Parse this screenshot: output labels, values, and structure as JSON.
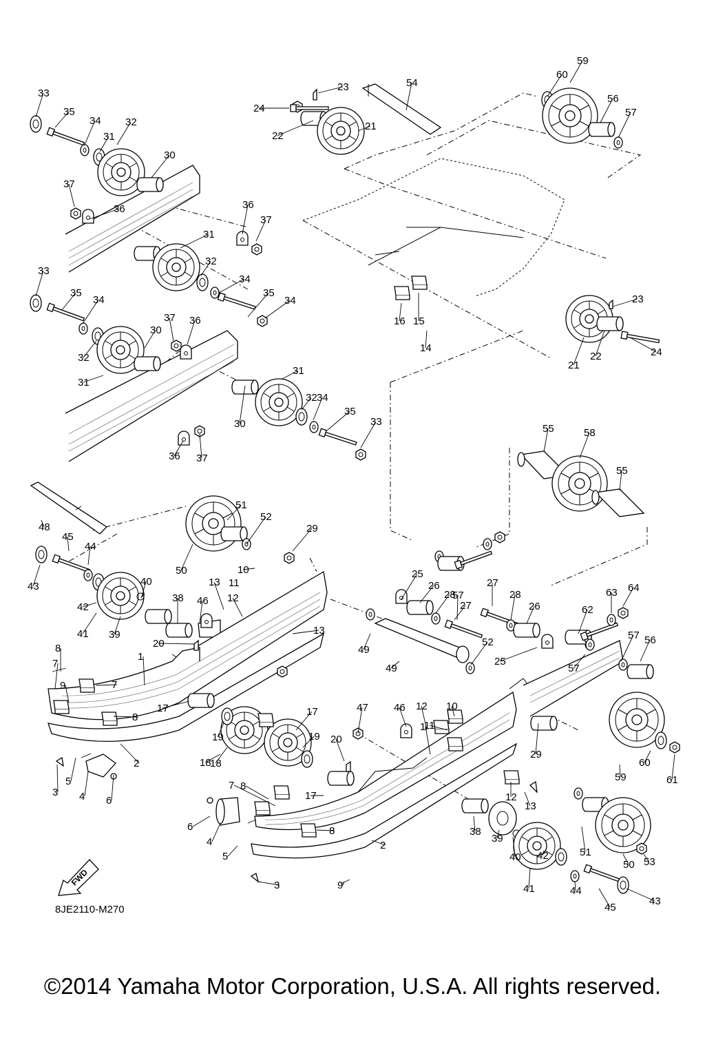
{
  "diagram": {
    "drawing_code": "8JE2110-M270",
    "fwd_label": "FWD",
    "copyright": "©2014 Yamaha Motor Corporation, U.S.A. All rights reserved."
  },
  "callouts": [
    "1",
    "2",
    "3",
    "4",
    "5",
    "6",
    "7",
    "8",
    "9",
    "10",
    "11",
    "12",
    "13",
    "14",
    "15",
    "16",
    "17",
    "18",
    "19",
    "20",
    "21",
    "22",
    "23",
    "24",
    "25",
    "26",
    "27",
    "28",
    "29",
    "30",
    "31",
    "32",
    "33",
    "34",
    "35",
    "36",
    "37",
    "38",
    "39",
    "40",
    "41",
    "42",
    "43",
    "44",
    "45",
    "46",
    "47",
    "48",
    "49",
    "50",
    "51",
    "52",
    "53",
    "54",
    "55",
    "56",
    "57",
    "58",
    "59",
    "60",
    "61",
    "62",
    "63",
    "64"
  ]
}
